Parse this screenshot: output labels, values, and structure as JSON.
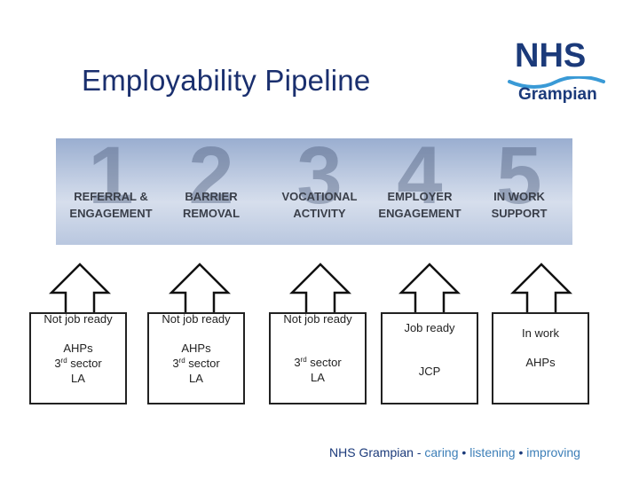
{
  "title": "Employability Pipeline",
  "logo": {
    "nhs": "NHS",
    "region": "Grampian",
    "nhs_color": "#1b3a7a",
    "wave_color": "#3a9ad6"
  },
  "stages": [
    {
      "number": "1",
      "label": "REFERRAL &\nENGAGEMENT"
    },
    {
      "number": "2",
      "label": "BARRIER\nREMOVAL"
    },
    {
      "number": "3",
      "label": "VOCATIONAL\nACTIVITY"
    },
    {
      "number": "4",
      "label": "EMPLOYER\nENGAGEMENT"
    },
    {
      "number": "5",
      "label": "IN WORK\nSUPPORT"
    }
  ],
  "boxes": [
    {
      "status": "Not job ready",
      "lines": [
        "AHPs",
        "3rd sector",
        "LA"
      ]
    },
    {
      "status": "Not job ready",
      "lines": [
        "AHPs",
        "3rd sector",
        "LA"
      ]
    },
    {
      "status": "Not job ready",
      "lines": [
        "3rd sector",
        "LA"
      ]
    },
    {
      "status": "Job ready",
      "lines": [
        "JCP"
      ]
    },
    {
      "status": "In work",
      "lines": [
        "AHPs"
      ]
    }
  ],
  "footer": {
    "org": "NHS Grampian",
    "dash": "-",
    "values": [
      "caring",
      "listening",
      "improving"
    ],
    "separator": "•"
  }
}
